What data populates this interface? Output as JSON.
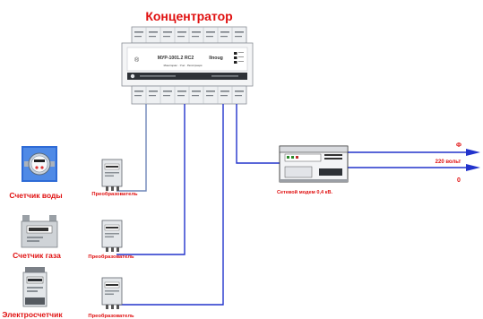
{
  "title": "Концентратор",
  "concentrator": {
    "model": "МУР-1001.2 RC2",
    "brand": "Ilnoug",
    "note": "Мониторинг · Учет · Регистрация"
  },
  "devices": {
    "water_meter": "Счетчик воды",
    "gas_meter": "Счетчик газа",
    "electric_meter": "Электросчетчик",
    "converter_1": "Преобразователь",
    "converter_2": "Преобразователь",
    "converter_3": "Преобразователь"
  },
  "modem": {
    "label": "Сетевой модем 0,4 кВ."
  },
  "power": {
    "phase": "Ф",
    "voltage": "220 вольт",
    "neutral": "0"
  },
  "colors": {
    "wire_blue": "#2233cc",
    "wire_gray": "#6f86b8",
    "label_red": "#e01010",
    "device_body": "#e9ecef"
  }
}
